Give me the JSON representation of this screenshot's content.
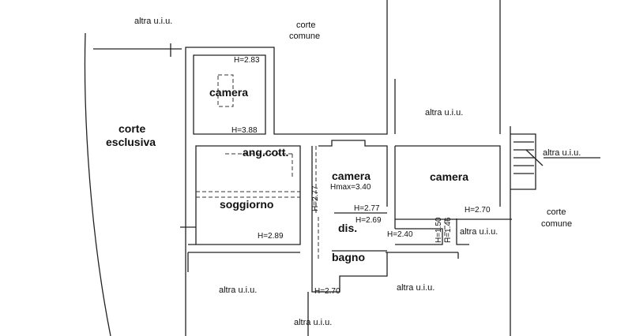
{
  "labels": {
    "altra_top": "altra u.i.u.",
    "corte_comune_top_1": "corte",
    "corte_comune_top_2": "comune",
    "altra_right_upper": "altra u.i.u.",
    "altra_stairs": "altra u.i.u.",
    "corte_comune_right_1": "corte",
    "corte_comune_right_2": "comune",
    "altra_small": "altra u.i.u.",
    "altra_bottom_left": "altra u.i.u.",
    "altra_bottom_right": "altra u.i.u.",
    "altra_bottom": "altra u.i.u."
  },
  "rooms": {
    "corte_esclusiva_1": "corte",
    "corte_esclusiva_2": "esclusiva",
    "camera_1": "camera",
    "ang_cott": "ang.cott.",
    "soggiorno": "soggiorno",
    "camera_2": "camera",
    "camera_2_hmax": "Hmax=3.40",
    "camera_3": "camera",
    "dis": "dis.",
    "bagno": "bagno"
  },
  "heights": {
    "h283": "H=2.83",
    "h388": "H=3.88",
    "h289": "H=2.89",
    "h277v": "H=2.77",
    "h277": "H=2.77",
    "h269": "H=2.69",
    "h270r": "H=2.70",
    "h240": "H=2.40",
    "h150": "H=1.50",
    "h146": "H=1.46",
    "h270b": "H=2.70"
  }
}
